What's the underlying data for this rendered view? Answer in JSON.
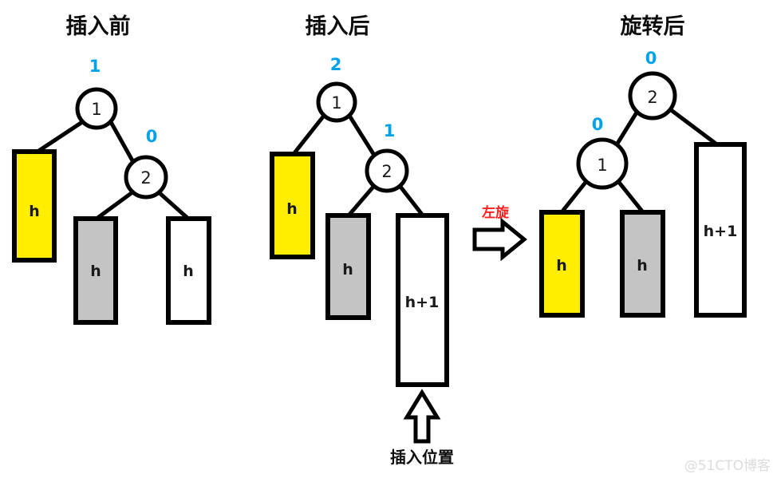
{
  "figure": {
    "watermark": "@51CTO博客",
    "colors": {
      "balance_factor": "#00a2e8",
      "subtree_yellow": "#ffee00",
      "subtree_gray": "#c4c4c4",
      "subtree_white": "#ffffff",
      "outline": "#000000",
      "operation_label": "#ff2020",
      "watermark": "#dcdcdc"
    }
  },
  "panels": [
    {
      "id": "before-insert",
      "title": "插入前",
      "nodes": [
        {
          "value": "1",
          "balance_factor": "1"
        },
        {
          "value": "2",
          "balance_factor": "0"
        }
      ],
      "subtrees": [
        {
          "label": "h",
          "fill": "yellow"
        },
        {
          "label": "h",
          "fill": "gray"
        },
        {
          "label": "h",
          "fill": "white"
        }
      ]
    },
    {
      "id": "after-insert",
      "title": "插入后",
      "nodes": [
        {
          "value": "1",
          "balance_factor": "2"
        },
        {
          "value": "2",
          "balance_factor": "1"
        }
      ],
      "subtrees": [
        {
          "label": "h",
          "fill": "yellow"
        },
        {
          "label": "h",
          "fill": "gray"
        },
        {
          "label": "h+1",
          "fill": "white"
        }
      ],
      "annotation": "插入位置"
    },
    {
      "id": "after-rotation",
      "title": "旋转后",
      "nodes": [
        {
          "value": "2",
          "balance_factor": "0"
        },
        {
          "value": "1",
          "balance_factor": "0"
        }
      ],
      "subtrees": [
        {
          "label": "h",
          "fill": "yellow"
        },
        {
          "label": "h",
          "fill": "gray"
        },
        {
          "label": "h+1",
          "fill": "white"
        }
      ]
    }
  ],
  "operation": {
    "label": "左旋",
    "arrow": "right-arrow"
  }
}
